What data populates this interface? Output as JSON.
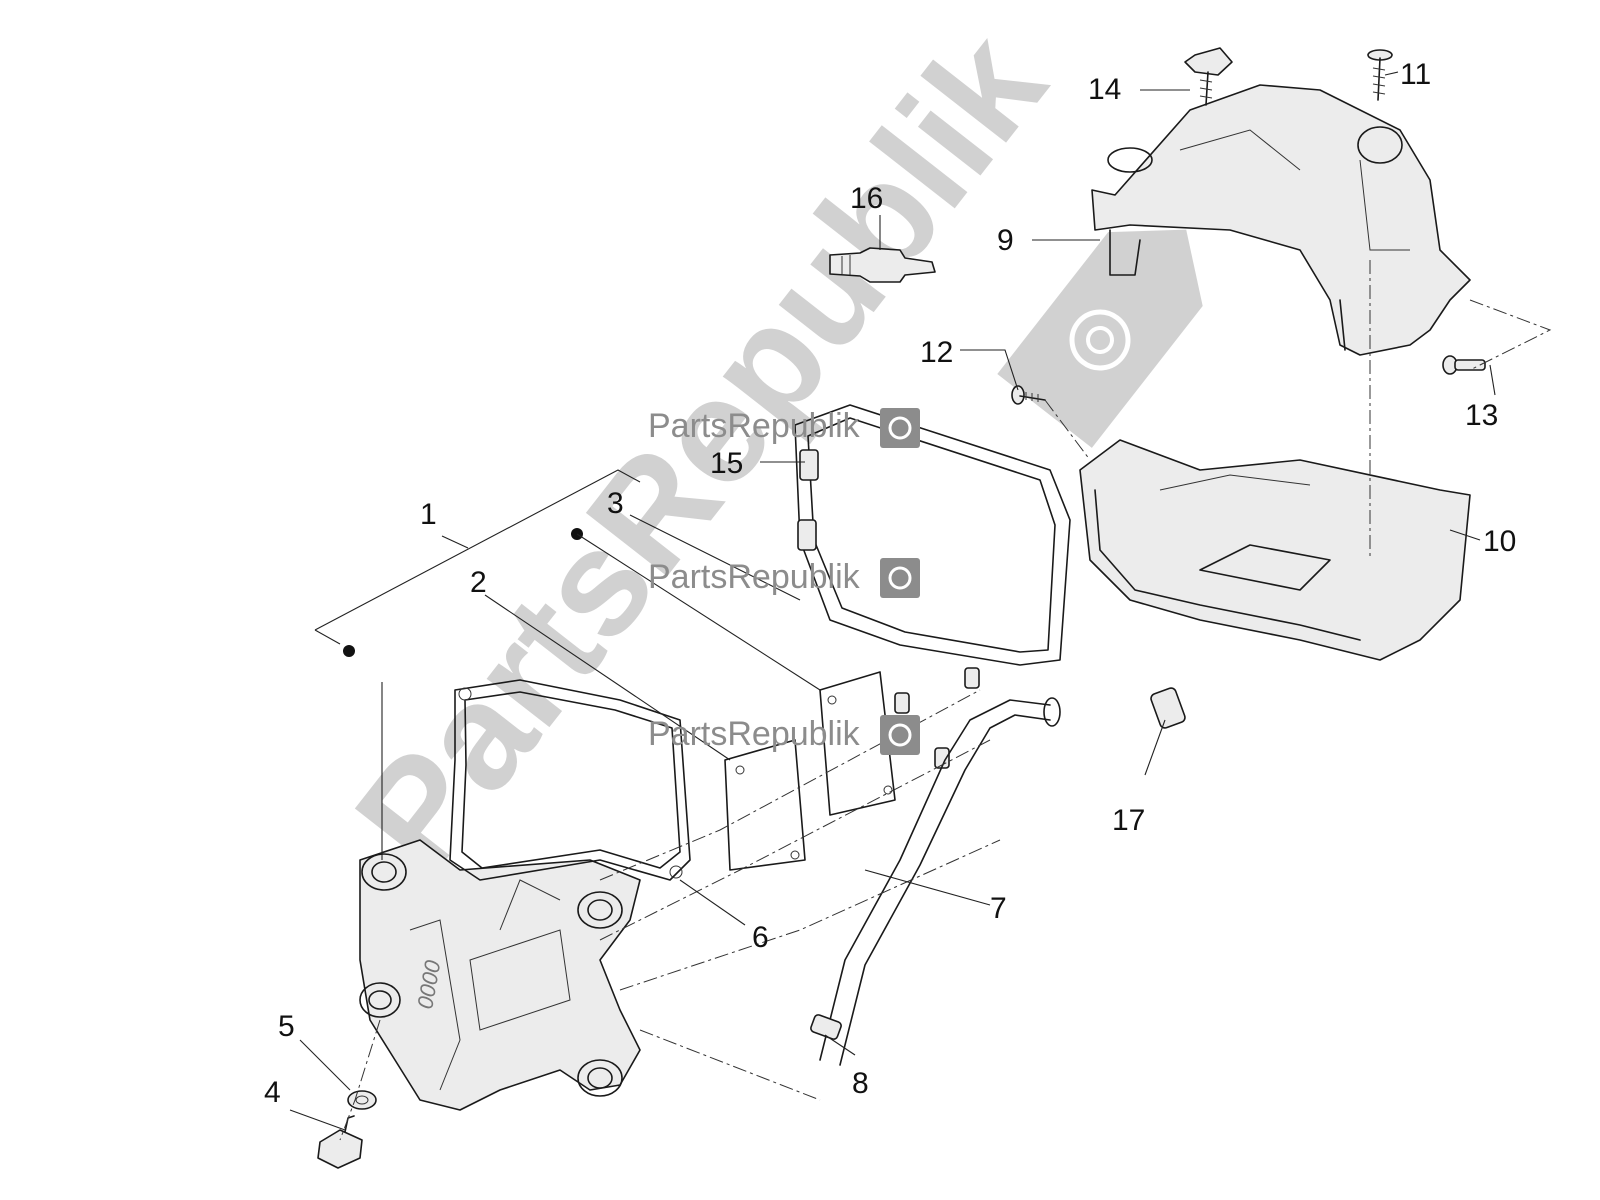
{
  "watermark": {
    "brand": "PartsRepublik",
    "small_label_1": "PartsRepublik",
    "small_label_2": "PartsRepublik",
    "small_label_3": "PartsRepublik",
    "gear_icon": "gear-icon"
  },
  "callouts": {
    "c1": "1",
    "c2": "2",
    "c3": "3",
    "c4": "4",
    "c5": "5",
    "c6": "6",
    "c7": "7",
    "c8": "8",
    "c9": "9",
    "c10": "10",
    "c11": "11",
    "c12": "12",
    "c13": "13",
    "c14": "14",
    "c15": "15",
    "c16": "16",
    "c17": "17"
  },
  "colors": {
    "line": "#1a1a1a",
    "watermark": "#8c8c8c"
  }
}
